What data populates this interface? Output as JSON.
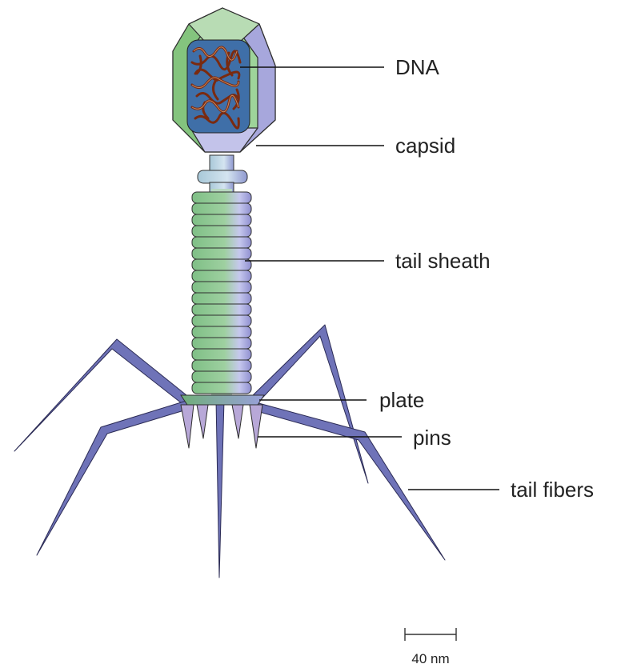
{
  "labels": {
    "dna": "DNA",
    "capsid": "capsid",
    "tail_sheath": "tail sheath",
    "plate": "plate",
    "pins": "pins",
    "tail_fibers": "tail fibers"
  },
  "scale_bar": {
    "label": "40 nm"
  },
  "colors": {
    "capsid_green": "#8cc88c",
    "capsid_purple": "#a9a9dd",
    "dna_brown": "#7a2a10",
    "core_blue": "#3f6fa8",
    "sheath_green": "#8cc494",
    "fiber_blue": "#6f73b8"
  }
}
